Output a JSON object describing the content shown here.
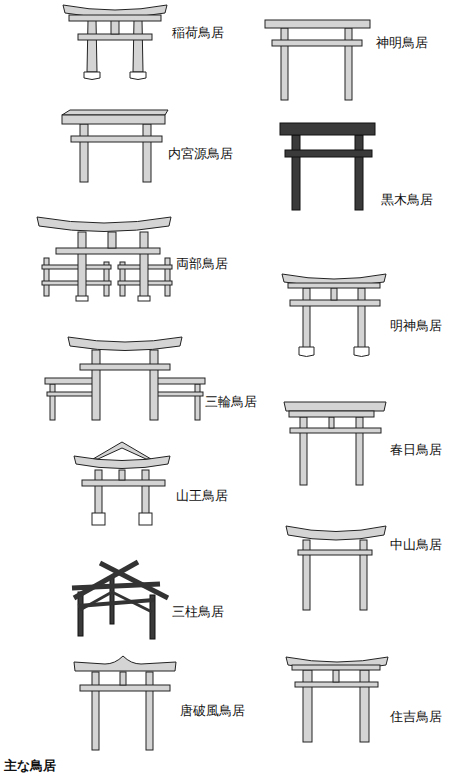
{
  "diagram": {
    "caption": "主な鳥居",
    "labels": [
      "稲荷鳥居",
      "神明鳥居",
      "内宮源鳥居",
      "黒木鳥居",
      "両部鳥居",
      "明神鳥居",
      "三輪鳥居",
      "春日鳥居",
      "山王鳥居",
      "中山鳥居",
      "三柱鳥居",
      "唐破風鳥居",
      "住吉鳥居"
    ]
  }
}
